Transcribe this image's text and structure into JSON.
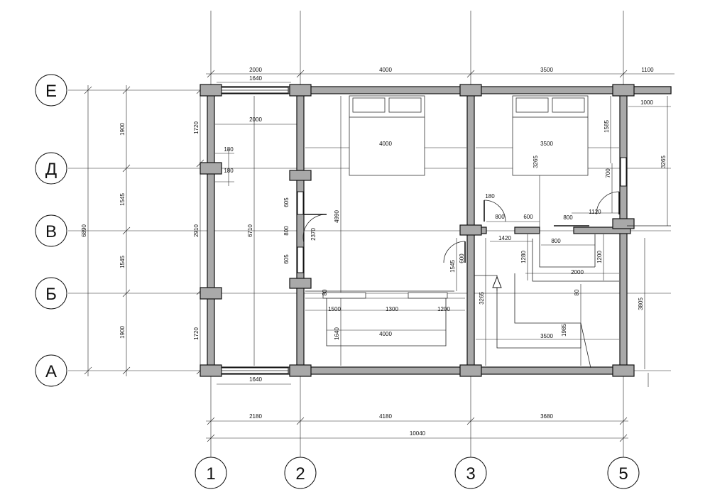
{
  "axes": {
    "rows": [
      "Е",
      "Д",
      "В",
      "Б",
      "А"
    ],
    "columns": [
      "1",
      "2",
      "3",
      "5"
    ]
  },
  "dimensions": {
    "top_segments": [
      "2000",
      "4000",
      "3500",
      "1100"
    ],
    "top_inner": [
      "1640"
    ],
    "inner_horizontal": [
      "2000",
      "4000",
      "3500",
      "1000",
      "1640",
      "180",
      "180",
      "180",
      "800",
      "600",
      "1420",
      "800",
      "1120",
      "800",
      "2000",
      "1500",
      "1300",
      "1200",
      "4000",
      "3500"
    ],
    "bottom_segments": [
      "2180",
      "4180",
      "3680"
    ],
    "bottom_total": "10040",
    "left_total": "6890",
    "left_segments": [
      "1900",
      "1545",
      "1545",
      "1900"
    ],
    "left_wall": [
      "1720",
      "2910",
      "1720"
    ],
    "inner_vertical": [
      "6710",
      "4990",
      "2370",
      "605",
      "800",
      "605",
      "80",
      "1640",
      "1545",
      "600",
      "3265",
      "1280",
      "1200",
      "80",
      "1985",
      "3265",
      "1585",
      "700",
      "3265",
      "3805"
    ]
  }
}
